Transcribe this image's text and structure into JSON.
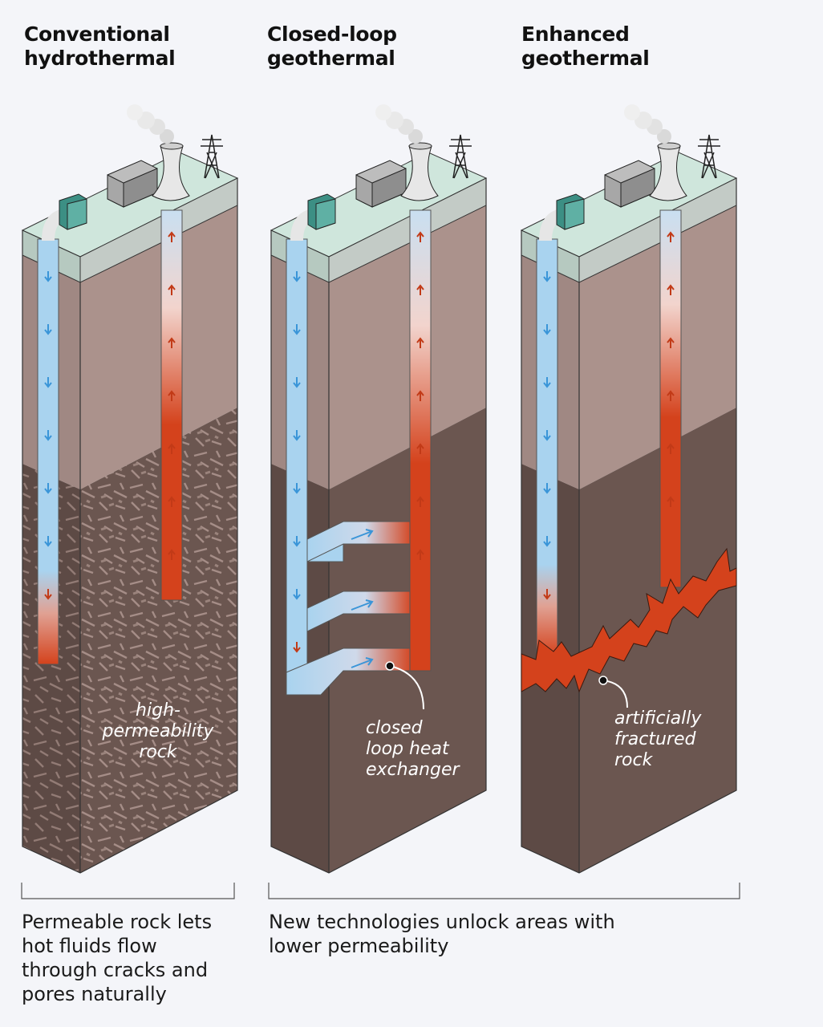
{
  "panels": [
    {
      "title_line1": "Conventional",
      "title_line2": "hydrothermal"
    },
    {
      "title_line1": "Closed-loop",
      "title_line2": "geothermal"
    },
    {
      "title_line1": "Enhanced",
      "title_line2": "geothermal"
    }
  ],
  "labels": {
    "high_permeability": [
      "high-",
      "permeability",
      "rock"
    ],
    "closed_loop": [
      "closed",
      "loop heat",
      "exchanger"
    ],
    "fractured": [
      "artificially",
      "fractured",
      "rock"
    ]
  },
  "captions": {
    "left": [
      "Permeable rock lets",
      "hot fluids flow",
      "through cracks and",
      "pores naturally"
    ],
    "right": [
      "New technologies unlock areas with",
      "lower permeability"
    ]
  },
  "colors": {
    "background": "#f4f5f9",
    "surface": "#cfe6dc",
    "upper_rock": "#ab928c",
    "deep_rock": "#6b5650",
    "cold_fluid": "#a9d3ef",
    "hot_fluid": "#d4421c",
    "arrow_cold": "#3a95d8",
    "arrow_hot": "#c23a17"
  }
}
